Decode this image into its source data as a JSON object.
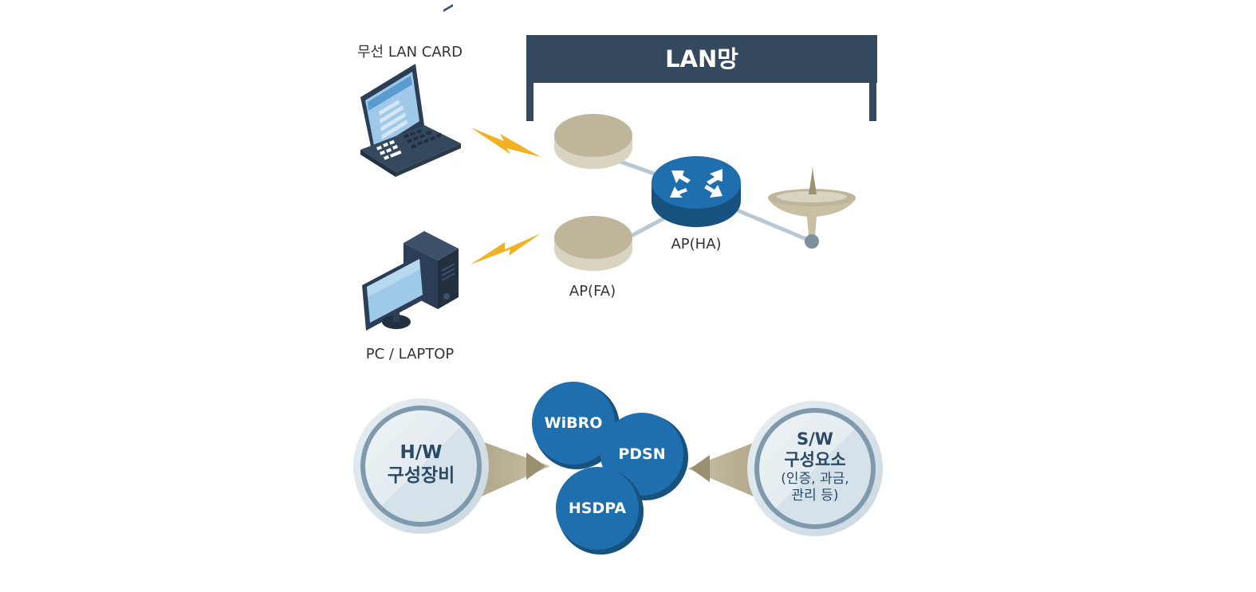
{
  "lan_network": {
    "title": "LAN망"
  },
  "devices": {
    "wireless_lan_card": "무선 LAN CARD",
    "pc_laptop": "PC / LAPTOP"
  },
  "nodes": {
    "ap_fa": "AP(FA)",
    "ap_ha": "AP(HA)"
  },
  "hw": {
    "line1": "H/W",
    "line2": "구성장비"
  },
  "sw": {
    "line1": "S/W",
    "line2": "구성요소",
    "line3": "(인증, 과금,",
    "line4": "관리 등)"
  },
  "technologies": [
    "WiBRO",
    "PDSN",
    "HSDPA"
  ],
  "colors": {
    "navy": "#34495e",
    "blue": "#1f6fae",
    "blue_dark": "#17527f",
    "khaki": "#beb59b",
    "khaki_light": "#d9d3c1",
    "lightning": "#f0b122",
    "link": "#b8c9d6",
    "ring": "#dde7ee"
  }
}
